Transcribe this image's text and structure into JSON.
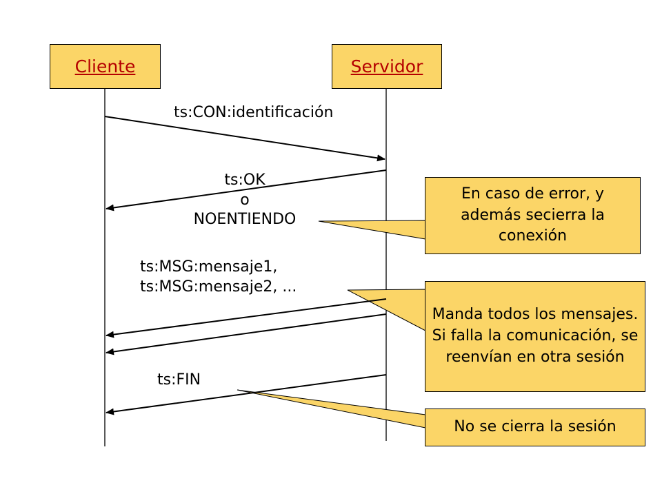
{
  "actors": {
    "client": "Cliente",
    "server": "Servidor"
  },
  "messages": {
    "con": "ts:CON:identificación",
    "ok_1": "ts:OK",
    "ok_2": "o",
    "ok_3": "NOENTIENDO",
    "msg_1": "ts:MSG:mensaje1,",
    "msg_2": "ts:MSG:mensaje2, ...",
    "fin": "ts:FIN"
  },
  "notes": {
    "error": "En caso de error, y además secierra la conexión",
    "messages": "Manda todos los mensajes. Si falla la comunicación, se reenvían en otra sesión",
    "session": "No se cierra la sesión"
  },
  "colors": {
    "box_fill": "#fbd567",
    "actor_text": "#b50000",
    "line": "#000000"
  }
}
